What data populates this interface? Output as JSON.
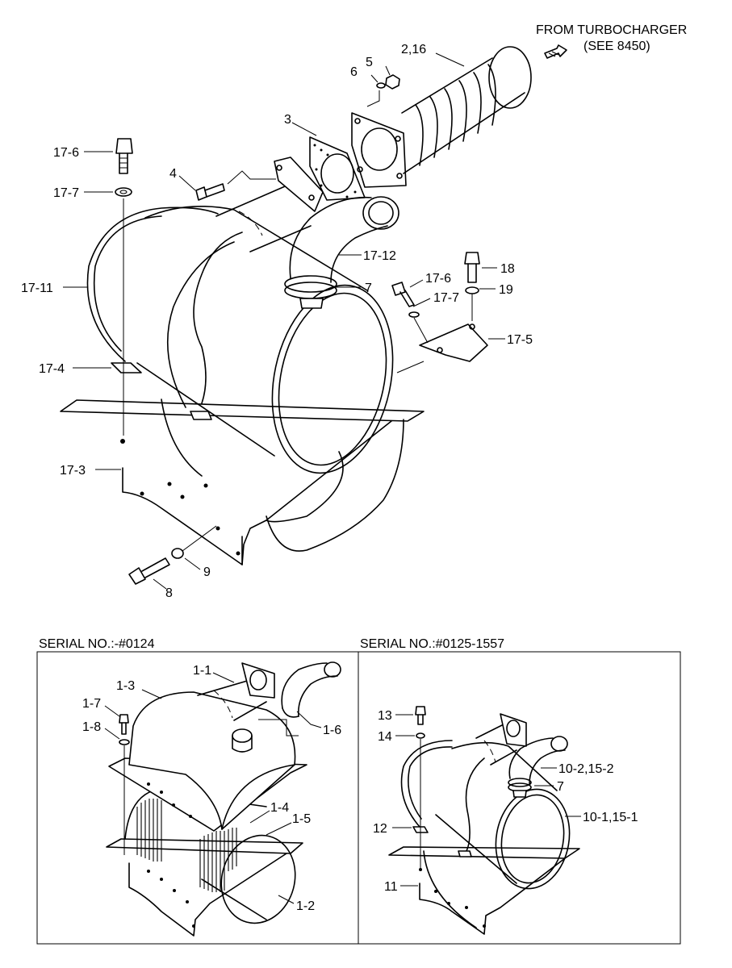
{
  "note": {
    "line1": "FROM TURBOCHARGER",
    "line2": "(SEE 8450)"
  },
  "main_labels": {
    "l_2_16": "2,16",
    "l_5": "5",
    "l_6": "6",
    "l_3": "3",
    "l_4": "4",
    "l_17_6a": "17-6",
    "l_17_7a": "17-7",
    "l_17_11": "17-11",
    "l_17_12": "17-12",
    "l_7": "7",
    "l_18": "18",
    "l_17_6b": "17-6",
    "l_19": "19",
    "l_17_7b": "17-7",
    "l_17_5": "17-5",
    "l_17_4": "17-4",
    "l_17_3": "17-3",
    "l_9": "9",
    "l_8": "8"
  },
  "panel_left": {
    "header": "SERIAL NO.:-#0124",
    "labels": {
      "l_1_1": "1-1",
      "l_1_3": "1-3",
      "l_1_7": "1-7",
      "l_1_8": "1-8",
      "l_1_6": "1-6",
      "l_1_4": "1-4",
      "l_1_5": "1-5",
      "l_1_2": "1-2"
    }
  },
  "panel_right": {
    "header": "SERIAL NO.:#0125-1557",
    "labels": {
      "l_13": "13",
      "l_14": "14",
      "l_10_2": "10-2,15-2",
      "l_7": "7",
      "l_12": "12",
      "l_10_1": "10-1,15-1",
      "l_11": "11"
    }
  }
}
